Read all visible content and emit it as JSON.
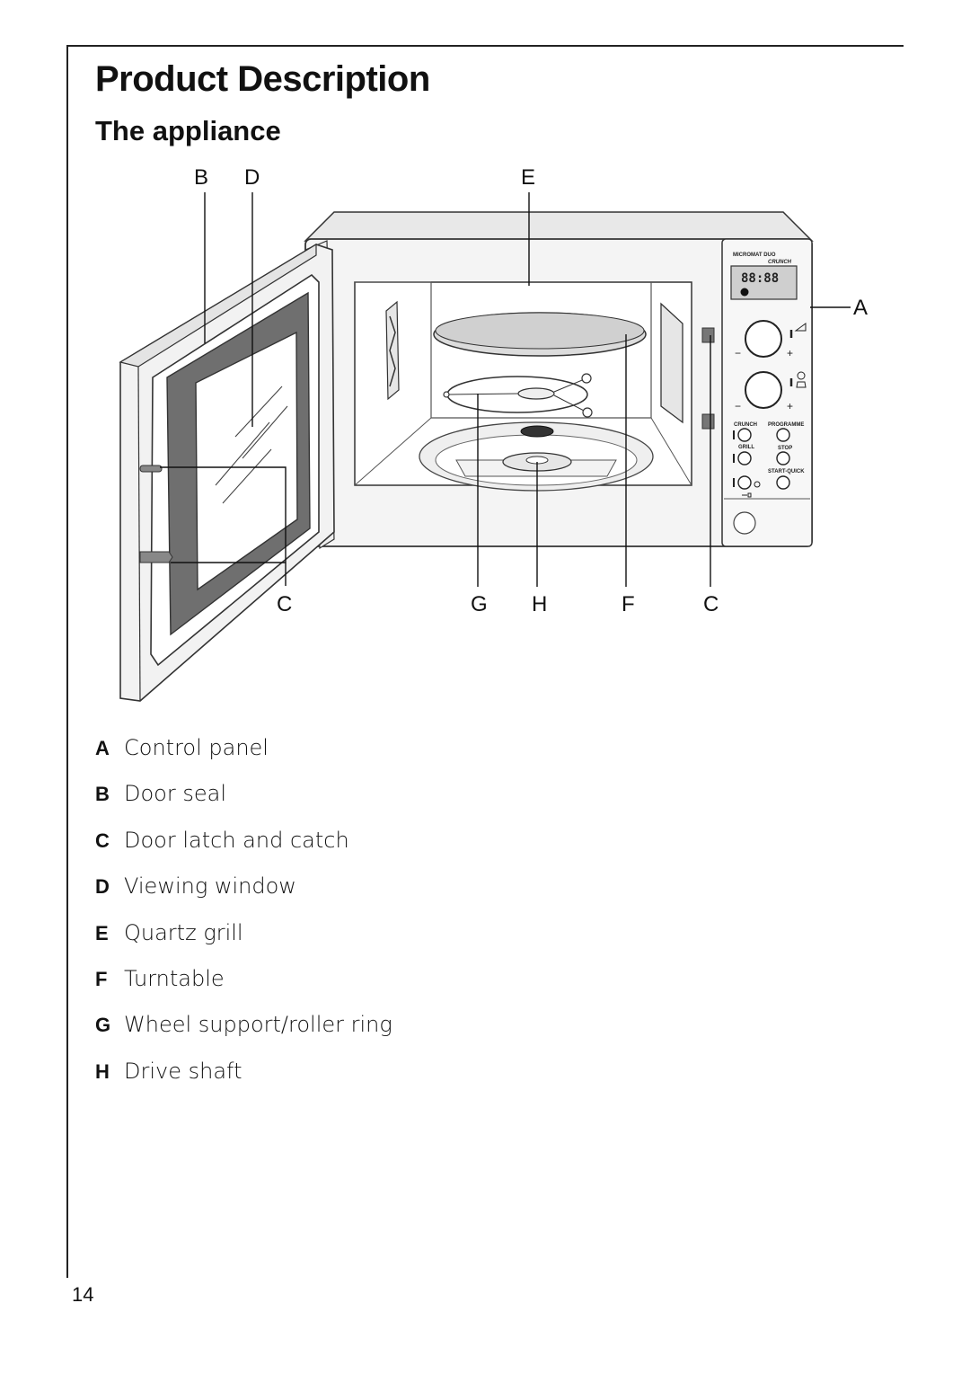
{
  "header": {
    "title": "Product Description",
    "subtitle": "The appliance"
  },
  "figure": {
    "callouts": [
      "B",
      "D",
      "E",
      "A",
      "C",
      "G",
      "H",
      "F",
      "C"
    ],
    "panel": {
      "brand": "MICROMAT DUO",
      "model": "CRUNCH",
      "display": "88:88",
      "buttons": [
        "CRUNCH",
        "PROGRAMME",
        "GRILL",
        "STOP",
        "START-QUICK"
      ]
    }
  },
  "legend": [
    {
      "key": "A",
      "text": "Control panel"
    },
    {
      "key": "B",
      "text": "Door seal"
    },
    {
      "key": "C",
      "text": "Door latch and catch"
    },
    {
      "key": "D",
      "text": "Viewing window"
    },
    {
      "key": "E",
      "text": "Quartz grill"
    },
    {
      "key": "F",
      "text": "Turntable"
    },
    {
      "key": "G",
      "text": "Wheel support/roller ring"
    },
    {
      "key": "H",
      "text": "Drive shaft"
    }
  ],
  "footer": {
    "page_number": "14"
  }
}
